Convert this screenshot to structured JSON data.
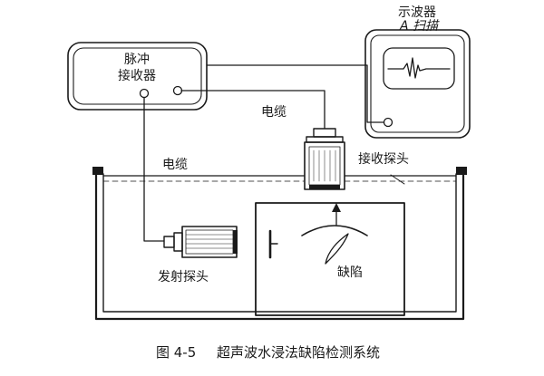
{
  "labels": {
    "pulse_receiver_line1": "脉冲",
    "pulse_receiver_line2": "接收器",
    "oscilloscope_line1": "示波器",
    "oscilloscope_line2": "A 扫描",
    "cable_upper": "电缆",
    "cable_lower": "电缆",
    "receive_probe": "接收探头",
    "transmit_probe": "发射探头",
    "defect": "缺陷"
  },
  "caption": {
    "figure_number": "图 4-5",
    "title": "超声波水浸法缺陷检测系统"
  }
}
